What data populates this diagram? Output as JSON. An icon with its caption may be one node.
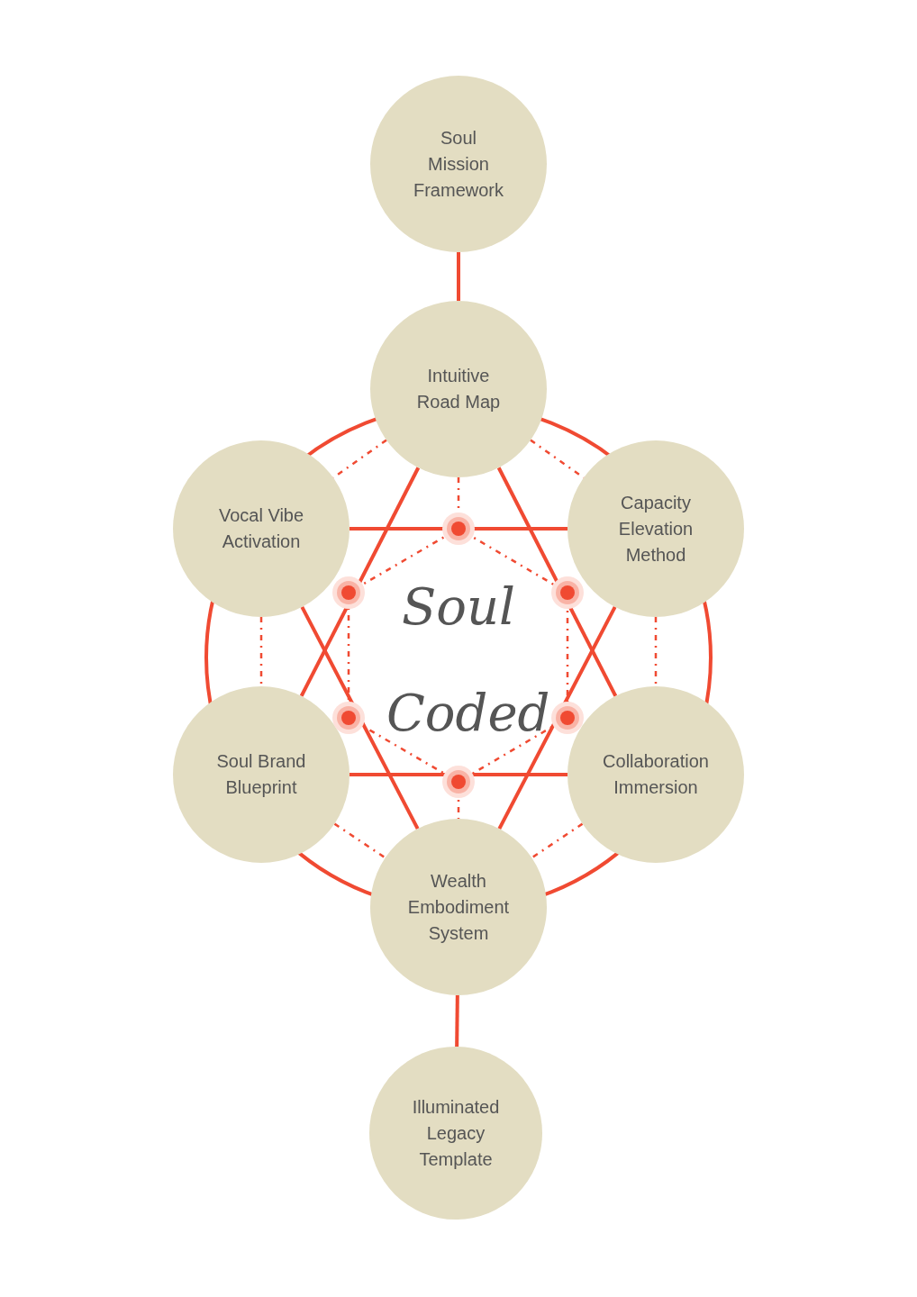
{
  "diagram": {
    "nodes": [
      {
        "text": [
          "Soul Mission Framework"
        ]
      },
      {
        "text": [
          "Intuitive Road Map"
        ]
      },
      {
        "text": [
          "Vocal Vibe Activation"
        ]
      },
      {
        "text": [
          "Capacity Elevation Method"
        ]
      },
      {
        "text": [
          "Soul Brand Blueprint"
        ]
      },
      {
        "text": [
          "Collaboration Immersion"
        ]
      },
      {
        "text": [
          "Wealth Embodiment System"
        ]
      },
      {
        "text": [
          "Illuminated Legacy Template"
        ]
      },
      {
        "text": [],
        "shape": "circle"
      },
      {
        "text": [],
        "shape": "circle"
      },
      {
        "text": [],
        "shape": "circle"
      },
      {
        "text": [],
        "shape": "circle"
      },
      {
        "text": [],
        "shape": "circle"
      },
      {
        "text": [],
        "shape": "circle"
      }
    ],
    "edges": [
      {
        "from": 0,
        "to": 1,
        "arrow": "none"
      },
      {
        "from": 1,
        "to": 4,
        "arrow": "none"
      },
      {
        "from": 1,
        "to": 5,
        "arrow": "none"
      },
      {
        "from": 4,
        "to": 5,
        "arrow": "none"
      },
      {
        "from": 2,
        "to": 3,
        "arrow": "none"
      },
      {
        "from": 2,
        "to": 6,
        "arrow": "none"
      },
      {
        "from": 3,
        "to": 6,
        "arrow": "none"
      },
      {
        "from": 1,
        "to": 2,
        "arrow": "none",
        "style": "dashed"
      },
      {
        "from": 1,
        "to": 3,
        "arrow": "none",
        "style": "dashed"
      },
      {
        "from": 2,
        "to": 4,
        "arrow": "none",
        "style": "dashed"
      },
      {
        "from": 3,
        "to": 5,
        "arrow": "none",
        "style": "dashed"
      },
      {
        "from": 4,
        "to": 6,
        "arrow": "none",
        "style": "dashed"
      },
      {
        "from": 5,
        "to": 6,
        "arrow": "none",
        "style": "dashed"
      },
      {
        "from": 1,
        "to": 8,
        "arrow": "none",
        "style": "dashed"
      },
      {
        "from": 8,
        "to": 10,
        "arrow": "none",
        "style": "dashed"
      },
      {
        "from": 10,
        "to": 12,
        "arrow": "none",
        "style": "dashed"
      },
      {
        "from": 12,
        "to": 13,
        "arrow": "none",
        "style": "dashed"
      },
      {
        "from": 13,
        "to": 11,
        "arrow": "none",
        "style": "dashed"
      },
      {
        "from": 11,
        "to": 9,
        "arrow": "none",
        "style": "dashed"
      },
      {
        "from": 9,
        "to": 8,
        "arrow": "none",
        "style": "dashed"
      },
      {
        "from": 13,
        "to": 6,
        "arrow": "none",
        "style": "dashed"
      },
      {
        "from": 6,
        "to": 7,
        "arrow": "none"
      }
    ],
    "labels": [
      "Soul Coded"
    ]
  }
}
